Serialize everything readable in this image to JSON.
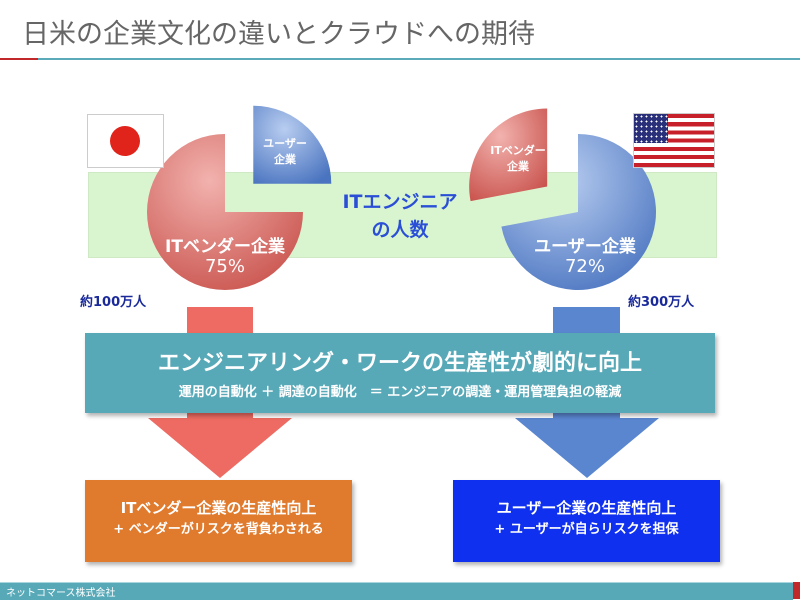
{
  "title": "日米の企業文化の違いとクラウドへの期待",
  "band_text": [
    "ITエンジニア",
    "の人数"
  ],
  "japan": {
    "flag": "japan-flag",
    "pie": {
      "it_vendor_label": "ITベンダー企業",
      "it_vendor_pct": "75%",
      "it_vendor_value": 75,
      "user_label": [
        "ユーザー",
        "企業"
      ],
      "user_value": 25
    },
    "count": "約100万人",
    "outcome": [
      "ITベンダー企業の生産性向上",
      "+ ベンダーがリスクを背負わされる"
    ],
    "color": "#e07a2c"
  },
  "us": {
    "flag": "us-flag",
    "pie": {
      "user_label": "ユーザー企業",
      "user_pct": "72%",
      "user_value": 72,
      "it_vendor_label": [
        "ITベンダー",
        "企業"
      ],
      "it_vendor_value": 28
    },
    "count": "約300万人",
    "outcome": [
      "ユーザー企業の生産性向上",
      "+ ユーザーが自らリスクを担保"
    ],
    "color": "#1030f0"
  },
  "main": {
    "title": "エンジニアリング・ワークの生産性が劇的に向上",
    "subtitle": "運用の自動化 ＋ 調達の自動化　＝ エンジニアの調達・運用管理負担の軽減"
  },
  "footer": "ネットコマース株式会社",
  "colors": {
    "red": "#e06a66",
    "blue": "#5a86d0",
    "teal": "#58a9b8"
  }
}
